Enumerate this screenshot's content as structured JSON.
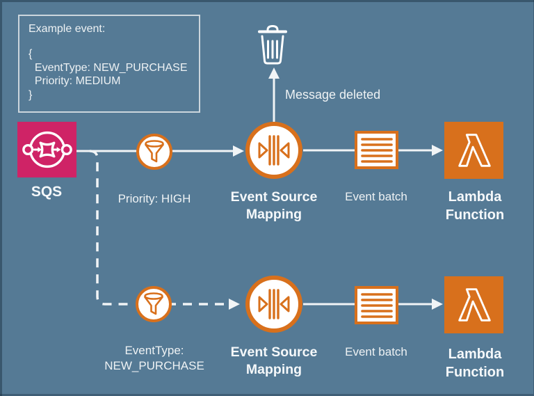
{
  "colors": {
    "background": "#557a95",
    "accent_orange": "#d8701c",
    "sqs_pink": "#cf2366",
    "line_white": "#f1f4f6",
    "text": "#eef2f4"
  },
  "example_box": {
    "title": "Example event:",
    "lines": [
      "{",
      "  EventType: NEW_PURCHASE",
      "  Priority: MEDIUM",
      "}"
    ]
  },
  "annotations": {
    "message_deleted": "Message deleted"
  },
  "top_flow": {
    "sqs_label": "SQS",
    "filter_label": "Priority: HIGH",
    "esm_label_1": "Event Source",
    "esm_label_2": "Mapping",
    "batch_label": "Event batch",
    "lambda_label_1": "Lambda",
    "lambda_label_2": "Function"
  },
  "bottom_flow": {
    "filter_label_1": "EventType:",
    "filter_label_2": "NEW_PURCHASE",
    "esm_label_1": "Event Source",
    "esm_label_2": "Mapping",
    "batch_label": "Event batch",
    "lambda_label_1": "Lambda",
    "lambda_label_2": "Function"
  }
}
